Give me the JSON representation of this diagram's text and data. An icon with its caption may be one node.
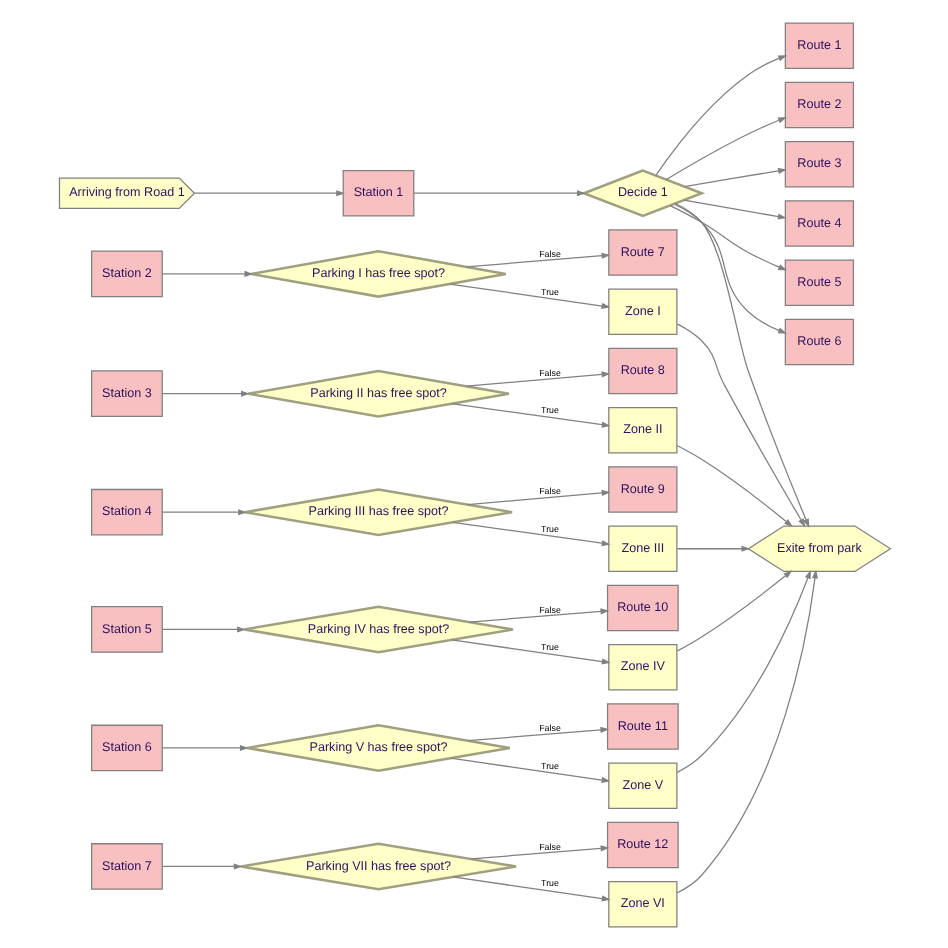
{
  "diagram": {
    "nodes": [
      {
        "text": [
          "Arriving from Road 1"
        ]
      },
      {
        "text": [
          "Station 1"
        ]
      },
      {
        "text": [
          "Decide 1"
        ]
      },
      {
        "text": [
          "Route 1"
        ]
      },
      {
        "text": [
          "Route 2"
        ]
      },
      {
        "text": [
          "Route 3"
        ]
      },
      {
        "text": [
          "Route 4"
        ]
      },
      {
        "text": [
          "Route 5"
        ]
      },
      {
        "text": [
          "Route 6"
        ]
      },
      {
        "text": [
          "Station 2"
        ]
      },
      {
        "text": [
          "Station 3"
        ]
      },
      {
        "text": [
          "Station 4"
        ]
      },
      {
        "text": [
          "Station 5"
        ]
      },
      {
        "text": [
          "Station 6"
        ]
      },
      {
        "text": [
          "Station 7"
        ]
      },
      {
        "text": [
          "Parking I has free spot?"
        ]
      },
      {
        "text": [
          "Parking II has free spot?"
        ]
      },
      {
        "text": [
          "Parking III has free spot?"
        ]
      },
      {
        "text": [
          "Parking IV has free spot?"
        ]
      },
      {
        "text": [
          "Parking V has free spot?"
        ]
      },
      {
        "text": [
          "Parking VII has free spot?"
        ]
      },
      {
        "text": [
          "Route 7"
        ]
      },
      {
        "text": [
          "Route 8"
        ]
      },
      {
        "text": [
          "Route 9"
        ]
      },
      {
        "text": [
          "Route 10"
        ]
      },
      {
        "text": [
          "Route 11"
        ]
      },
      {
        "text": [
          "Route 12"
        ]
      },
      {
        "text": [
          "Zone I"
        ]
      },
      {
        "text": [
          "Zone II"
        ]
      },
      {
        "text": [
          "Zone III"
        ]
      },
      {
        "text": [
          "Zone IV"
        ]
      },
      {
        "text": [
          "Zone V"
        ]
      },
      {
        "text": [
          "Zone VI"
        ]
      },
      {
        "text": [
          "Exite from park"
        ]
      }
    ],
    "edges": [
      {
        "from": 0,
        "to": 1,
        "arrow": "to"
      },
      {
        "from": 1,
        "to": 2,
        "arrow": "to"
      },
      {
        "from": 2,
        "to": 3,
        "arrow": "to"
      },
      {
        "from": 2,
        "to": 4,
        "arrow": "to"
      },
      {
        "from": 2,
        "to": 5,
        "arrow": "to"
      },
      {
        "from": 2,
        "to": 6,
        "arrow": "to"
      },
      {
        "from": 2,
        "to": 7,
        "arrow": "to"
      },
      {
        "from": 2,
        "to": 8,
        "arrow": "to"
      },
      {
        "from": 2,
        "to": 33,
        "arrow": "to"
      },
      {
        "from": 9,
        "to": 15,
        "arrow": "to"
      },
      {
        "from": 10,
        "to": 16,
        "arrow": "to"
      },
      {
        "from": 11,
        "to": 17,
        "arrow": "to"
      },
      {
        "from": 12,
        "to": 18,
        "arrow": "to"
      },
      {
        "from": 13,
        "to": 19,
        "arrow": "to"
      },
      {
        "from": 14,
        "to": 20,
        "arrow": "to"
      },
      {
        "from": 15,
        "to": 27,
        "arrow": "to",
        "label": "True"
      },
      {
        "from": 15,
        "to": 21,
        "arrow": "to",
        "label": "False"
      },
      {
        "from": 16,
        "to": 28,
        "arrow": "to",
        "label": "True"
      },
      {
        "from": 16,
        "to": 22,
        "arrow": "to",
        "label": "False"
      },
      {
        "from": 17,
        "to": 29,
        "arrow": "to",
        "label": "True"
      },
      {
        "from": 17,
        "to": 23,
        "arrow": "to",
        "label": "False"
      },
      {
        "from": 18,
        "to": 30,
        "arrow": "to",
        "label": "True"
      },
      {
        "from": 18,
        "to": 24,
        "arrow": "to",
        "label": "False"
      },
      {
        "from": 19,
        "to": 31,
        "arrow": "to",
        "label": "True"
      },
      {
        "from": 19,
        "to": 25,
        "arrow": "to",
        "label": "False"
      },
      {
        "from": 20,
        "to": 32,
        "arrow": "to",
        "label": "True"
      },
      {
        "from": 20,
        "to": 26,
        "arrow": "to",
        "label": "False"
      },
      {
        "from": 27,
        "to": 33,
        "arrow": "to"
      },
      {
        "from": 28,
        "to": 33,
        "arrow": "to"
      },
      {
        "from": 29,
        "to": 33,
        "arrow": "to"
      },
      {
        "from": 30,
        "to": 33,
        "arrow": "to"
      },
      {
        "from": 31,
        "to": 33,
        "arrow": "to"
      },
      {
        "from": 32,
        "to": 33,
        "arrow": "to"
      }
    ]
  }
}
